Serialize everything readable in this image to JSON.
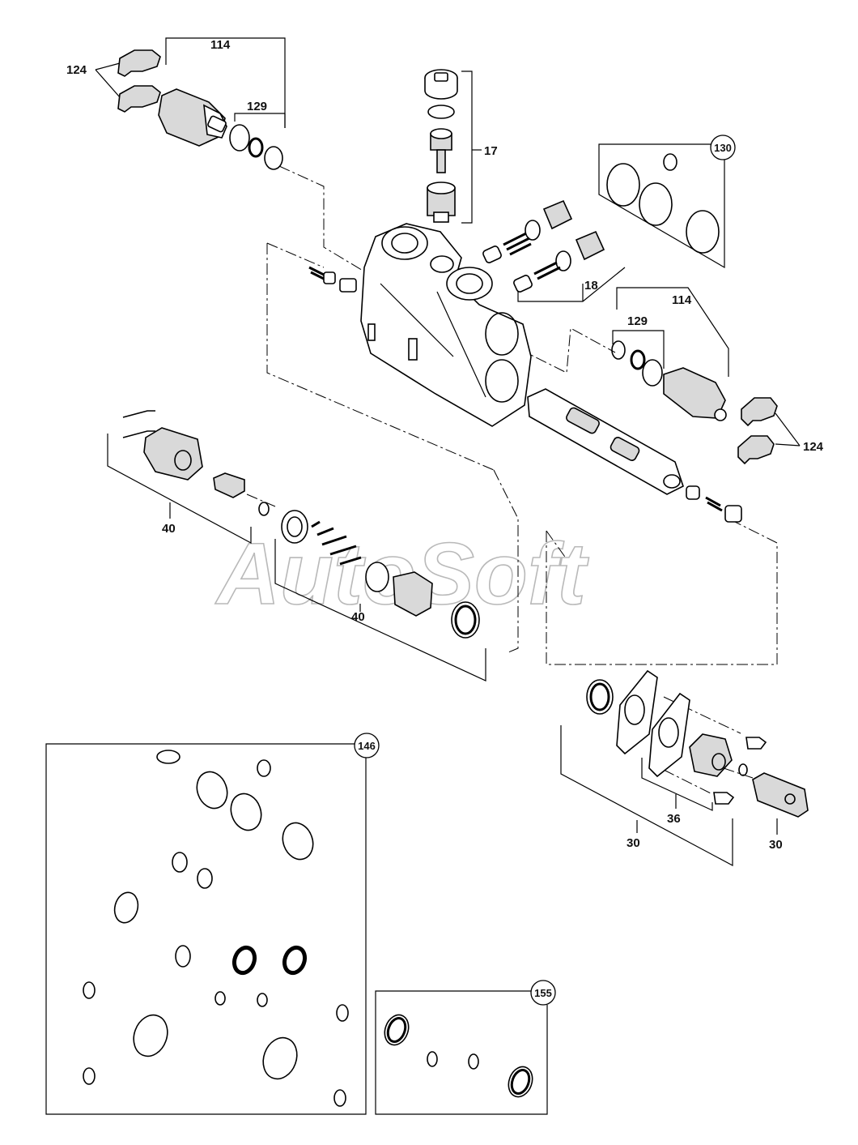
{
  "watermark": "AutoSoft",
  "callouts": {
    "c114a": "114",
    "c124a": "124",
    "c129a": "129",
    "c17": "17",
    "c130": "130",
    "c18": "18",
    "c114b": "114",
    "c129b": "129",
    "c124b": "124",
    "c40a": "40",
    "c40b": "40",
    "c146": "146",
    "c36": "36",
    "c30a": "30",
    "c30b": "30",
    "c155": "155"
  }
}
